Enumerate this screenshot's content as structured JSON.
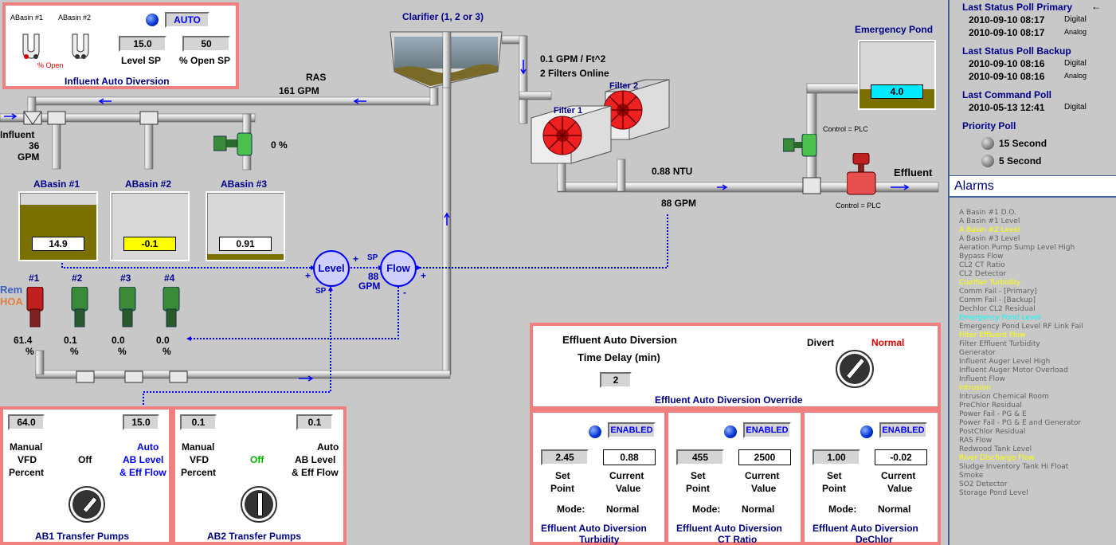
{
  "influent_auto": {
    "basin1_label": "ABasin #1",
    "basin2_label": "ABasin #2",
    "open_label": "% Open",
    "mode": "AUTO",
    "level_sp": "15.0",
    "open_sp": "50",
    "level_sp_label": "Level SP",
    "open_sp_label": "% Open SP",
    "title": "Influent Auto Diversion"
  },
  "clarifier": {
    "title": "Clarifier (1, 2 or 3)"
  },
  "filter_info": {
    "rate": "0.1  GPM / Ft^2",
    "online": "2  Filters Online"
  },
  "filters": {
    "f1": "Filter 1",
    "f2": "Filter 2"
  },
  "ras": {
    "label": "RAS",
    "value": "161  GPM"
  },
  "influent": {
    "label": "Influent",
    "value": "36",
    "unit": "GPM"
  },
  "valve_open": "0  %",
  "basins": [
    {
      "label": "ABasin #1",
      "value": "14.9",
      "fill": 0.82,
      "bg": "#ffffff"
    },
    {
      "label": "ABasin #2",
      "value": "-0.1",
      "fill": 0.0,
      "bg": "#ffff00"
    },
    {
      "label": "ABasin #3",
      "value": "0.91",
      "fill": 0.08,
      "bg": "#ffffff"
    }
  ],
  "pumps": [
    {
      "label": "#1",
      "value": "61.4",
      "unit": "%"
    },
    {
      "label": "#2",
      "value": "0.1",
      "unit": "%"
    },
    {
      "label": "#3",
      "value": "0.0",
      "unit": "%"
    },
    {
      "label": "#4",
      "value": "0.0",
      "unit": "%"
    }
  ],
  "rem": "Rem",
  "hoa": "HOA",
  "control": {
    "level": "Level",
    "flow": "Flow",
    "sp_left": "SP",
    "sp_right": "SP",
    "flow_val": "88",
    "flow_unit": "GPM",
    "plus": "+",
    "minus": "-"
  },
  "effluent": {
    "ntu": "0.88  NTU",
    "gpm": "88  GPM",
    "label": "Effluent",
    "control1": "Control = PLC",
    "control2": "Control = PLC"
  },
  "emergency_pond": {
    "title": "Emergency Pond",
    "value": "4.0"
  },
  "ab1": {
    "left_val": "64.0",
    "right_val": "15.0",
    "manual": "Manual",
    "vfd": "VFD",
    "percent": "Percent",
    "state": "Off",
    "auto": "Auto",
    "ab_level": "AB Level",
    "eff_flow": "& Eff Flow",
    "title": "AB1 Transfer Pumps"
  },
  "ab2": {
    "left_val": "0.1",
    "right_val": "0.1",
    "manual": "Manual",
    "vfd": "VFD",
    "percent": "Percent",
    "state": "Off",
    "auto": "Auto",
    "ab_level": "AB Level",
    "eff_flow": "& Eff Flow",
    "title": "AB2 Transfer Pumps"
  },
  "eff_override": {
    "title1": "Effluent Auto Diversion",
    "title2": "Time Delay (min)",
    "delay": "2",
    "divert": "Divert",
    "state": "Normal",
    "footer": "Effluent Auto Diversion Override"
  },
  "diversions": [
    {
      "status": "ENABLED",
      "sp": "2.45",
      "cv": "0.88",
      "sp_label1": "Set",
      "sp_label2": "Point",
      "cv_label1": "Current",
      "cv_label2": "Value",
      "mode_label": "Mode:",
      "mode": "Normal",
      "title1": "Effluent Auto Diversion",
      "title2": "Turbidity"
    },
    {
      "status": "ENABLED",
      "sp": "455",
      "cv": "2500",
      "sp_label1": "Set",
      "sp_label2": "Point",
      "cv_label1": "Current",
      "cv_label2": "Value",
      "mode_label": "Mode:",
      "mode": "Normal",
      "title1": "Effluent Auto Diversion",
      "title2": "CT Ratio"
    },
    {
      "status": "ENABLED",
      "sp": "1.00",
      "cv": "-0.02",
      "sp_label1": "Set",
      "sp_label2": "Point",
      "cv_label1": "Current",
      "cv_label2": "Value",
      "mode_label": "Mode:",
      "mode": "Normal",
      "title1": "Effluent Auto Diversion",
      "title2": "DeChlor"
    }
  ],
  "status": {
    "primary_title": "Last Status Poll Primary",
    "arrow": "←",
    "primary_1": "2010-09-10 08:17",
    "primary_1_type": "Digital",
    "primary_2": "2010-09-10 08:17",
    "primary_2_type": "Analog",
    "backup_title": "Last Status Poll Backup",
    "backup_1": "2010-09-10 08:16",
    "backup_1_type": "Digital",
    "backup_2": "2010-09-10 08:16",
    "backup_2_type": "Analog",
    "command_title": "Last Command Poll",
    "command_1": "2010-05-13 12:41",
    "command_1_type": "Digital",
    "priority_title": "Priority Poll",
    "priority_1": "15 Second",
    "priority_2": "5 Second",
    "alarms_title": "Alarms"
  },
  "alarms": [
    {
      "text": "A Basin #1 D.O.",
      "color": "grey"
    },
    {
      "text": "A Basin #1 Level",
      "color": "grey"
    },
    {
      "text": "A Basin #2 Level",
      "color": "yellow"
    },
    {
      "text": "A Basin #3 Level",
      "color": "grey"
    },
    {
      "text": "Aeration Pump Sump Level High",
      "color": "grey"
    },
    {
      "text": "Bypass Flow",
      "color": "grey"
    },
    {
      "text": "CL2 CT Ratio",
      "color": "grey"
    },
    {
      "text": "CL2 Detector",
      "color": "grey"
    },
    {
      "text": "Clarifier Turbidity",
      "color": "yellow"
    },
    {
      "text": "Comm Fail - [Primary]",
      "color": "grey"
    },
    {
      "text": "Comm Fail - [Backup]",
      "color": "grey"
    },
    {
      "text": "Dechlor CL2 Residual",
      "color": "grey"
    },
    {
      "text": "Emergency Pond Level",
      "color": "cyan"
    },
    {
      "text": "Emergency Pond Level RF Link Fail",
      "color": "grey"
    },
    {
      "text": "Filter Effluent Flow",
      "color": "yellow"
    },
    {
      "text": "Filter Effluent Turbidity",
      "color": "grey"
    },
    {
      "text": "Generator",
      "color": "grey"
    },
    {
      "text": "Influent Auger Level High",
      "color": "grey"
    },
    {
      "text": "Influent Auger Motor Overload",
      "color": "grey"
    },
    {
      "text": "Influent Flow",
      "color": "grey"
    },
    {
      "text": "Intrusion",
      "color": "yellow"
    },
    {
      "text": "Intrusion Chemical Room",
      "color": "grey"
    },
    {
      "text": "PreChlor Residual",
      "color": "grey"
    },
    {
      "text": "Power Fail - PG & E",
      "color": "grey"
    },
    {
      "text": "Power Fail - PG & E and Generator",
      "color": "grey"
    },
    {
      "text": "PostChlor Residual",
      "color": "grey"
    },
    {
      "text": "RAS Flow",
      "color": "grey"
    },
    {
      "text": "Redwood Tank Level",
      "color": "grey"
    },
    {
      "text": "River Discharge Flow",
      "color": "yellow"
    },
    {
      "text": "Sludge Inventory Tank Hi Float",
      "color": "grey"
    },
    {
      "text": "Smoke",
      "color": "grey"
    },
    {
      "text": "SO2 Detector",
      "color": "grey"
    },
    {
      "text": "Storage Pond Level",
      "color": "grey"
    }
  ],
  "colors": {
    "panel_border": "#f08080",
    "pipe": "#d8d8d8",
    "sludge": "#7a7000",
    "alarm_yellow": "#ffff00",
    "alarm_cyan": "#00ffff",
    "navy": "#00008b"
  }
}
